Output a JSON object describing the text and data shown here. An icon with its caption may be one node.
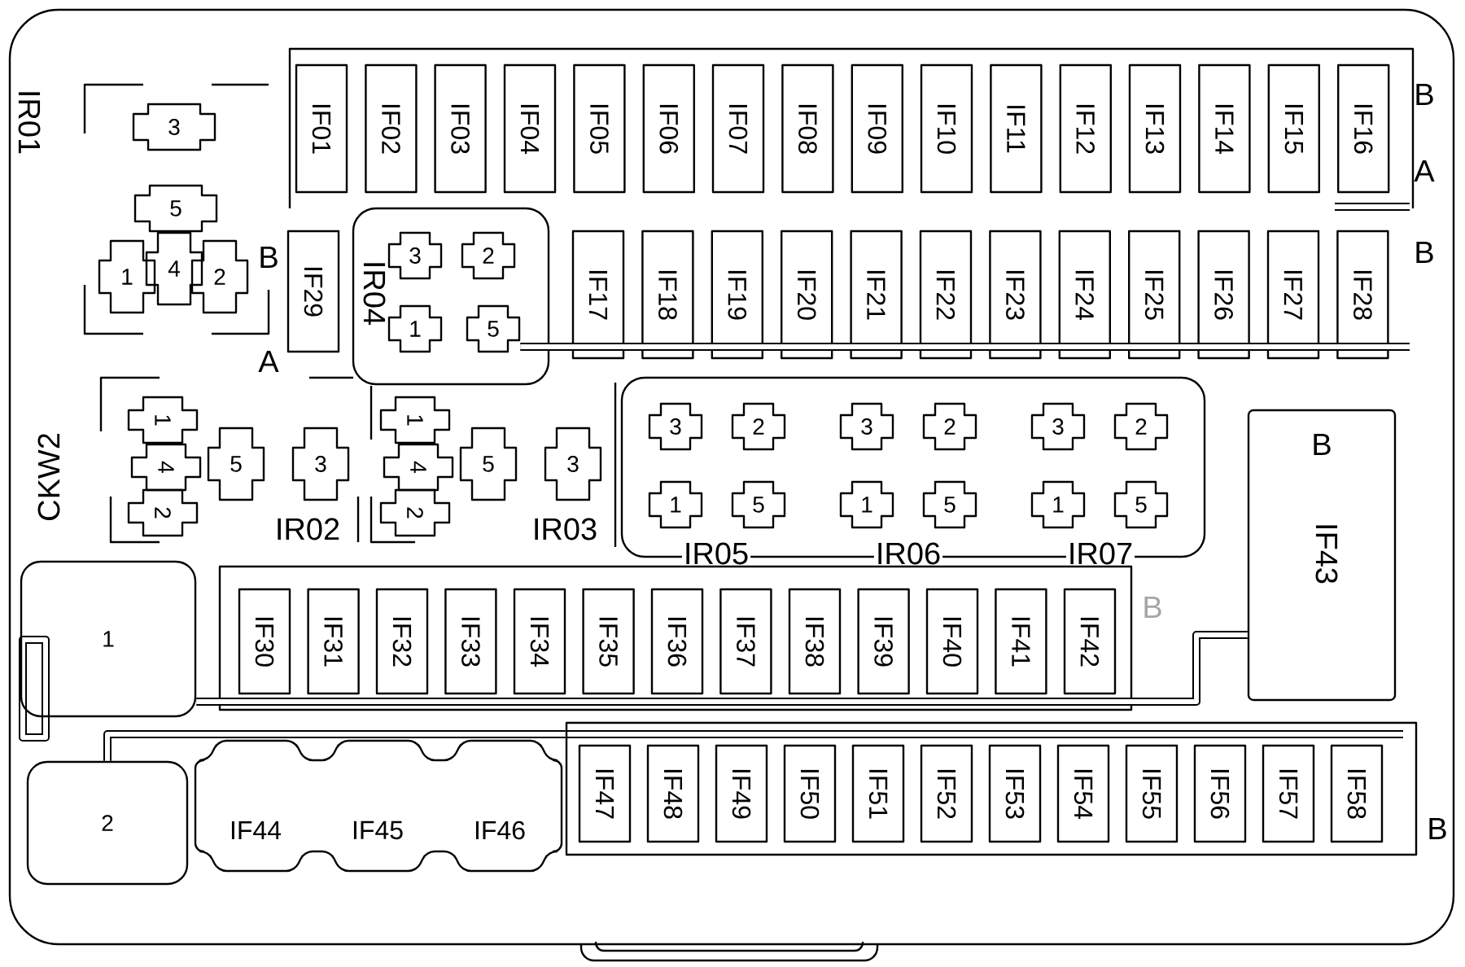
{
  "diagram": {
    "nodes": [
      {
        "text": [
          "IF01"
        ]
      },
      {
        "text": [
          "IF02"
        ]
      },
      {
        "text": [
          "IF03"
        ]
      },
      {
        "text": [
          "IF04"
        ]
      },
      {
        "text": [
          "IF05"
        ]
      },
      {
        "text": [
          "IF06"
        ]
      },
      {
        "text": [
          "IF07"
        ]
      },
      {
        "text": [
          "IF08"
        ]
      },
      {
        "text": [
          "IF09"
        ]
      },
      {
        "text": [
          "IF10"
        ]
      },
      {
        "text": [
          "IF11"
        ]
      },
      {
        "text": [
          "IF12"
        ]
      },
      {
        "text": [
          "IF13"
        ]
      },
      {
        "text": [
          "IF14"
        ]
      },
      {
        "text": [
          "IF15"
        ]
      },
      {
        "text": [
          "IF16"
        ]
      },
      {
        "text": [
          "3"
        ]
      },
      {
        "text": [
          "5"
        ]
      },
      {
        "text": [
          "1"
        ]
      },
      {
        "text": [
          "4"
        ]
      },
      {
        "text": [
          "2"
        ]
      },
      {
        "text": [
          "IF29"
        ]
      },
      {
        "text": [
          "IR04"
        ]
      },
      {
        "text": [
          "3"
        ],
        "in": 22
      },
      {
        "text": [
          "2"
        ],
        "in": 22
      },
      {
        "text": [
          "1"
        ],
        "in": 22
      },
      {
        "text": [
          "5"
        ],
        "in": 22
      },
      {
        "text": [
          "IF17"
        ]
      },
      {
        "text": [
          "IF18"
        ]
      },
      {
        "text": [
          "IF19"
        ]
      },
      {
        "text": [
          "IF20"
        ]
      },
      {
        "text": [
          "IF21"
        ]
      },
      {
        "text": [
          "IF22"
        ]
      },
      {
        "text": [
          "IF23"
        ]
      },
      {
        "text": [
          "IF24"
        ]
      },
      {
        "text": [
          "IF25"
        ]
      },
      {
        "text": [
          "IF26"
        ]
      },
      {
        "text": [
          "IF27"
        ]
      },
      {
        "text": [
          "IF28"
        ]
      },
      {
        "text": [
          "1"
        ]
      },
      {
        "text": [
          "4"
        ]
      },
      {
        "text": [
          "2"
        ]
      },
      {
        "text": [
          "5"
        ]
      },
      {
        "text": [
          "3"
        ]
      },
      {
        "text": [
          "1"
        ]
      },
      {
        "text": [
          "4"
        ]
      },
      {
        "text": [
          "2"
        ]
      },
      {
        "text": [
          "5"
        ]
      },
      {
        "text": [
          "3"
        ]
      },
      {
        "text": [
          "IR05",
          "IR06",
          "IR07"
        ]
      },
      {
        "text": [
          "3"
        ],
        "in": 49
      },
      {
        "text": [
          "2"
        ],
        "in": 49
      },
      {
        "text": [
          "1"
        ],
        "in": 49
      },
      {
        "text": [
          "5"
        ],
        "in": 49
      },
      {
        "text": [
          "3"
        ],
        "in": 49
      },
      {
        "text": [
          "2"
        ],
        "in": 49
      },
      {
        "text": [
          "1"
        ],
        "in": 49
      },
      {
        "text": [
          "5"
        ],
        "in": 49
      },
      {
        "text": [
          "3"
        ],
        "in": 49
      },
      {
        "text": [
          "2"
        ],
        "in": 49
      },
      {
        "text": [
          "1"
        ],
        "in": 49
      },
      {
        "text": [
          "5"
        ],
        "in": 49
      },
      {
        "text": [
          "B",
          "IF43"
        ]
      },
      {
        "text": [
          "1"
        ]
      },
      {
        "text": [],
        "shape": "box"
      },
      {
        "text": [
          "IF30"
        ],
        "in": 64
      },
      {
        "text": [
          "IF31"
        ],
        "in": 64
      },
      {
        "text": [
          "IF32"
        ],
        "in": 64
      },
      {
        "text": [
          "IF33"
        ],
        "in": 64
      },
      {
        "text": [
          "IF34"
        ],
        "in": 64
      },
      {
        "text": [
          "IF35"
        ],
        "in": 64
      },
      {
        "text": [
          "IF36"
        ],
        "in": 64
      },
      {
        "text": [
          "IF37"
        ],
        "in": 64
      },
      {
        "text": [
          "IF38"
        ],
        "in": 64
      },
      {
        "text": [
          "IF39"
        ],
        "in": 64
      },
      {
        "text": [
          "IF40"
        ],
        "in": 64
      },
      {
        "text": [
          "IF41"
        ],
        "in": 64
      },
      {
        "text": [
          "IF42"
        ],
        "in": 64
      },
      {
        "text": [
          "2"
        ]
      },
      {
        "text": [
          "IF44",
          "IF45",
          "IF46"
        ]
      },
      {
        "text": [],
        "shape": "box"
      },
      {
        "text": [
          "IF47"
        ],
        "in": 80
      },
      {
        "text": [
          "IF48"
        ],
        "in": 80
      },
      {
        "text": [
          "IF49"
        ],
        "in": 80
      },
      {
        "text": [
          "IF50"
        ],
        "in": 80
      },
      {
        "text": [
          "IF51"
        ],
        "in": 80
      },
      {
        "text": [
          "IF52"
        ],
        "in": 80
      },
      {
        "text": [
          "IF53"
        ],
        "in": 80
      },
      {
        "text": [
          "IF54"
        ],
        "in": 80
      },
      {
        "text": [
          "IF55"
        ],
        "in": 80
      },
      {
        "text": [
          "IF56"
        ],
        "in": 80
      },
      {
        "text": [
          "IF57"
        ],
        "in": 80
      },
      {
        "text": [
          "IF58"
        ],
        "in": 80
      }
    ],
    "edges": [
      {
        "from": 26,
        "to": null,
        "arrow": "none"
      },
      {
        "from": 63,
        "to": 62,
        "arrow": "none"
      },
      {
        "from": 78,
        "to": 80,
        "arrow": "none"
      }
    ],
    "labels": [
      "B",
      "IR01",
      "A",
      "B",
      "B",
      "A",
      "CKW2",
      "IR02",
      "IR03",
      "B",
      "B"
    ]
  }
}
